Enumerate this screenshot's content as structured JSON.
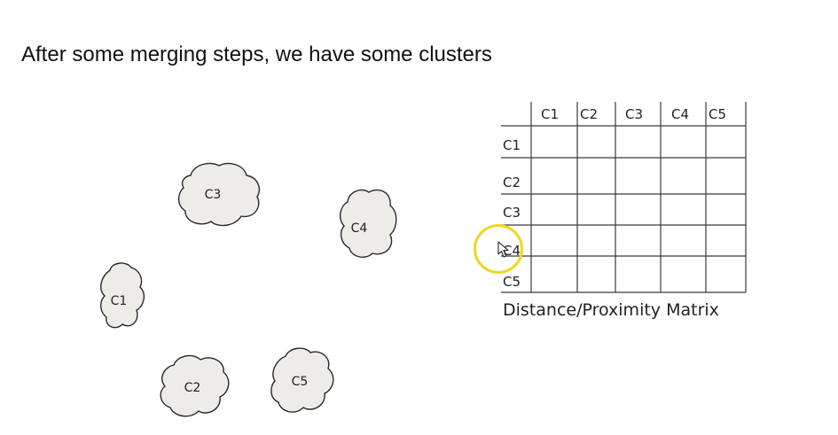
{
  "slide": {
    "title": "After some merging steps, we have some clusters"
  },
  "clusters": [
    {
      "label": "C1"
    },
    {
      "label": "C2"
    },
    {
      "label": "C3"
    },
    {
      "label": "C4"
    },
    {
      "label": "C5"
    }
  ],
  "matrix": {
    "column_headers": [
      "C1",
      "C2",
      "C3",
      "C4",
      "C5"
    ],
    "row_headers": [
      "C1",
      "C2",
      "C3",
      "C4",
      "C5"
    ],
    "caption": "Distance/Proximity Matrix"
  },
  "colors": {
    "cluster_fill": "#eeece8",
    "cluster_stroke": "#2a2a2a",
    "cursor_highlight": "#f1d51e"
  },
  "icons": [
    "cursor-highlight",
    "pointer-icon"
  ]
}
